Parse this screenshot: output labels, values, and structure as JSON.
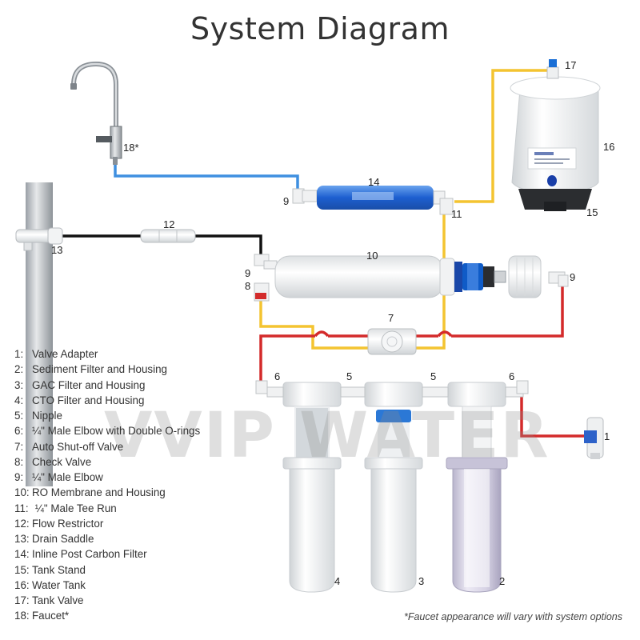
{
  "title": "System Diagram",
  "watermark": "VVIP WATER",
  "footnote": "*Faucet appearance will vary with system options",
  "legend": [
    {
      "num": "1:",
      "label": "Valve Adapter"
    },
    {
      "num": "2:",
      "label": "Sediment Filter and Housing"
    },
    {
      "num": "3:",
      "label": "GAC Filter and Housing"
    },
    {
      "num": "4:",
      "label": "CTO Filter and Housing"
    },
    {
      "num": "5:",
      "label": "Nipple"
    },
    {
      "num": "6:",
      "label": "¼\" Male Elbow with Double O-rings"
    },
    {
      "num": "7:",
      "label": "Auto Shut-off Valve"
    },
    {
      "num": "8:",
      "label": "Check Valve"
    },
    {
      "num": "9:",
      "label": "¼\" Male Elbow"
    },
    {
      "num": "10:",
      "label": "RO Membrane and Housing"
    },
    {
      "num": "11:",
      "label": " ¼\" Male Tee Run"
    },
    {
      "num": "12:",
      "label": "Flow Restrictor"
    },
    {
      "num": "13:",
      "label": "Drain Saddle"
    },
    {
      "num": "14:",
      "label": "Inline Post Carbon Filter"
    },
    {
      "num": "15:",
      "label": "Tank Stand"
    },
    {
      "num": "16:",
      "label": "Water Tank"
    },
    {
      "num": "17:",
      "label": "Tank Valve"
    },
    {
      "num": "18:",
      "label": "Faucet*"
    }
  ],
  "callouts": {
    "n1": "1",
    "n2": "2",
    "n3": "3",
    "n4": "4",
    "n5a": "5",
    "n5b": "5",
    "n6a": "6",
    "n6b": "6",
    "n7": "7",
    "n8": "8",
    "n9a": "9",
    "n9b": "9",
    "n9c": "9",
    "n10": "10",
    "n11": "11",
    "n12": "12",
    "n13": "13",
    "n14": "14",
    "n15": "15",
    "n16": "16",
    "n17": "17",
    "n18": "18*"
  },
  "line_colors": {
    "red": "#d42a2a",
    "yellow": "#f4c430",
    "blue": "#3f8fe0",
    "black": "#111111"
  }
}
